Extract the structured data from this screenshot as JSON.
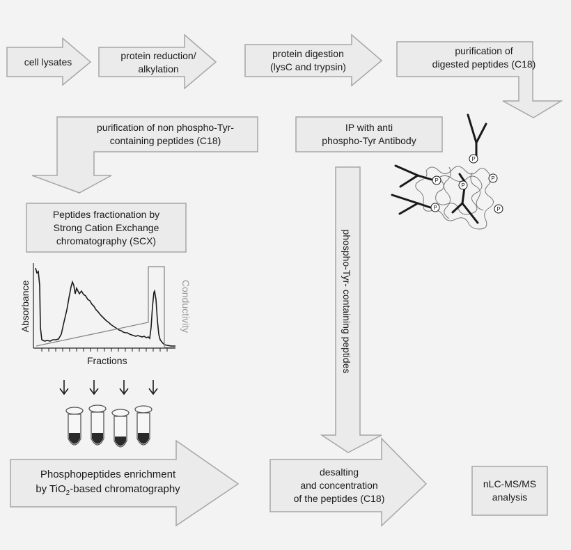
{
  "steps": {
    "lysates": "cell lysates",
    "reduction": [
      "protein reduction/",
      "alkylation"
    ],
    "digestion": [
      "protein digestion",
      "(lysC and trypsin)"
    ],
    "purification": [
      "purification of",
      "digested peptides (C18)"
    ],
    "non_ptyr": [
      "purification of non phospho-Tyr-",
      "containing peptides (C18)"
    ],
    "ip": [
      "IP with anti",
      "phospho-Tyr Antibody"
    ],
    "scx": [
      "Peptides fractionation by",
      "Strong Cation Exchange",
      "chromatography (SCX)"
    ],
    "ptyr_vertical": "phospho-Tyr- containing peptides",
    "tio2": [
      "Phosphopeptides enrichment",
      "by TiO",
      "2",
      "-based chromatography"
    ],
    "desalting": [
      "desalting",
      "and concentration",
      "of the peptides (C18)"
    ],
    "nlc": [
      "nLC-MS/MS",
      "analysis"
    ]
  },
  "chart": {
    "xlabel": "Fractions",
    "ylabel_left": "Absorbance",
    "ylabel_right": "Conductivity"
  },
  "antibody": {
    "phospho_marker": "P"
  },
  "colors": {
    "arrow_fill": "#ebebeb",
    "arrow_stroke": "#a6a6a6",
    "box_fill": "#ebebeb",
    "background": "#f3f3f3",
    "trace": "#1a1a1a",
    "conductivity": "#888888"
  }
}
